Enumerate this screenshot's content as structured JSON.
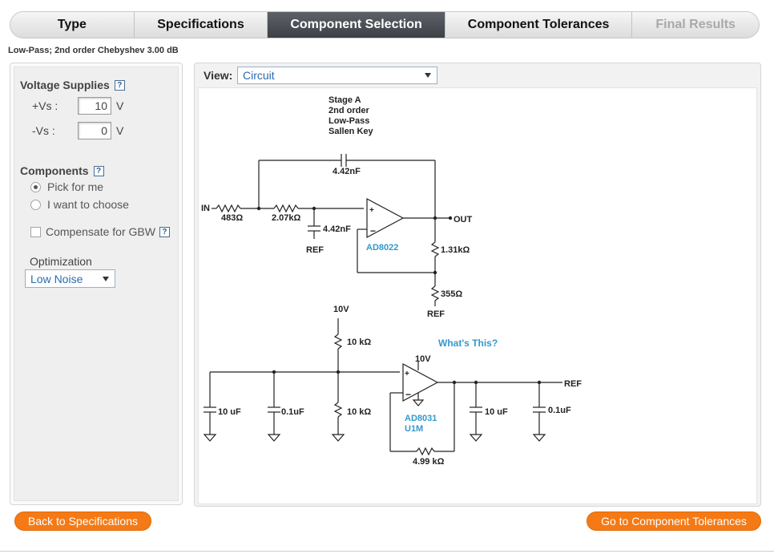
{
  "tabs": [
    {
      "label": "Type",
      "state": "normal"
    },
    {
      "label": "Specifications",
      "state": "normal"
    },
    {
      "label": "Component Selection",
      "state": "active"
    },
    {
      "label": "Component Tolerances",
      "state": "normal"
    },
    {
      "label": "Final Results",
      "state": "disabled"
    }
  ],
  "subtitle": "Low-Pass; 2nd order Chebyshev 3.00 dB",
  "left": {
    "voltage_supplies": {
      "title": "Voltage Supplies",
      "help": "?",
      "vs_plus": {
        "label": "+Vs :",
        "value": "10",
        "unit": "V"
      },
      "vs_minus": {
        "label": "-Vs :",
        "value": "0",
        "unit": "V"
      }
    },
    "components": {
      "title": "Components",
      "help": "?",
      "pick_for_me": "Pick for me",
      "i_want_to_choose": "I want to choose",
      "selected": "pick_for_me"
    },
    "compensate": {
      "label": "Compensate for GBW",
      "help": "?",
      "checked": false
    },
    "optimization": {
      "label": "Optimization",
      "value": "Low Noise"
    }
  },
  "view": {
    "label": "View:",
    "value": "Circuit"
  },
  "circuit": {
    "stage_lines": [
      "Stage A",
      "2nd order",
      "Low-Pass",
      "Sallen Key"
    ],
    "in": "IN",
    "out": "OUT",
    "ref": "REF",
    "r_in": "483Ω",
    "r2": "2.07kΩ",
    "c_fb": "4.42nF",
    "c_gnd": "4.42nF",
    "opamp_a": "AD8022",
    "r_fb": "1.31kΩ",
    "r_gnd": "355Ω",
    "ref_supply": "10V",
    "r_div_top": "10 kΩ",
    "r_div_bot": "10 kΩ",
    "whats_this": "What's This?",
    "opamp_b_supply": "10V",
    "opamp_b": "AD8031",
    "opamp_b_sub": "U1M",
    "r_b_fb": "4.99 kΩ",
    "c1": "10 uF",
    "c2": "0.1uF",
    "c3": "10 uF",
    "c4": "0.1uF",
    "ref_out": "REF",
    "accent_color": "#3399cc"
  },
  "buttons": {
    "back": "Back to Specifications",
    "next": "Go to Component Tolerances"
  }
}
